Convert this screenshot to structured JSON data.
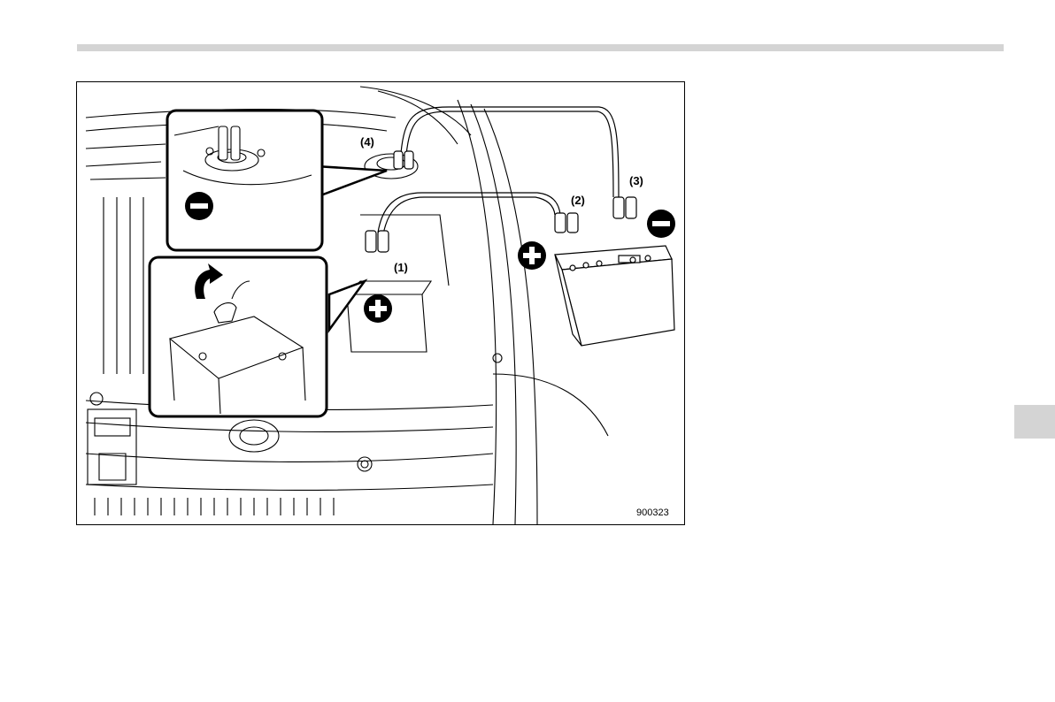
{
  "figure": {
    "callouts": {
      "c1": "(1)",
      "c2": "(2)",
      "c3": "(3)",
      "c4": "(4)"
    },
    "figure_number": "900323",
    "symbols": {
      "positive": "plus-sign",
      "negative": "minus-sign"
    }
  },
  "colors": {
    "rule": "#d4d4d4",
    "ink": "#000000"
  }
}
